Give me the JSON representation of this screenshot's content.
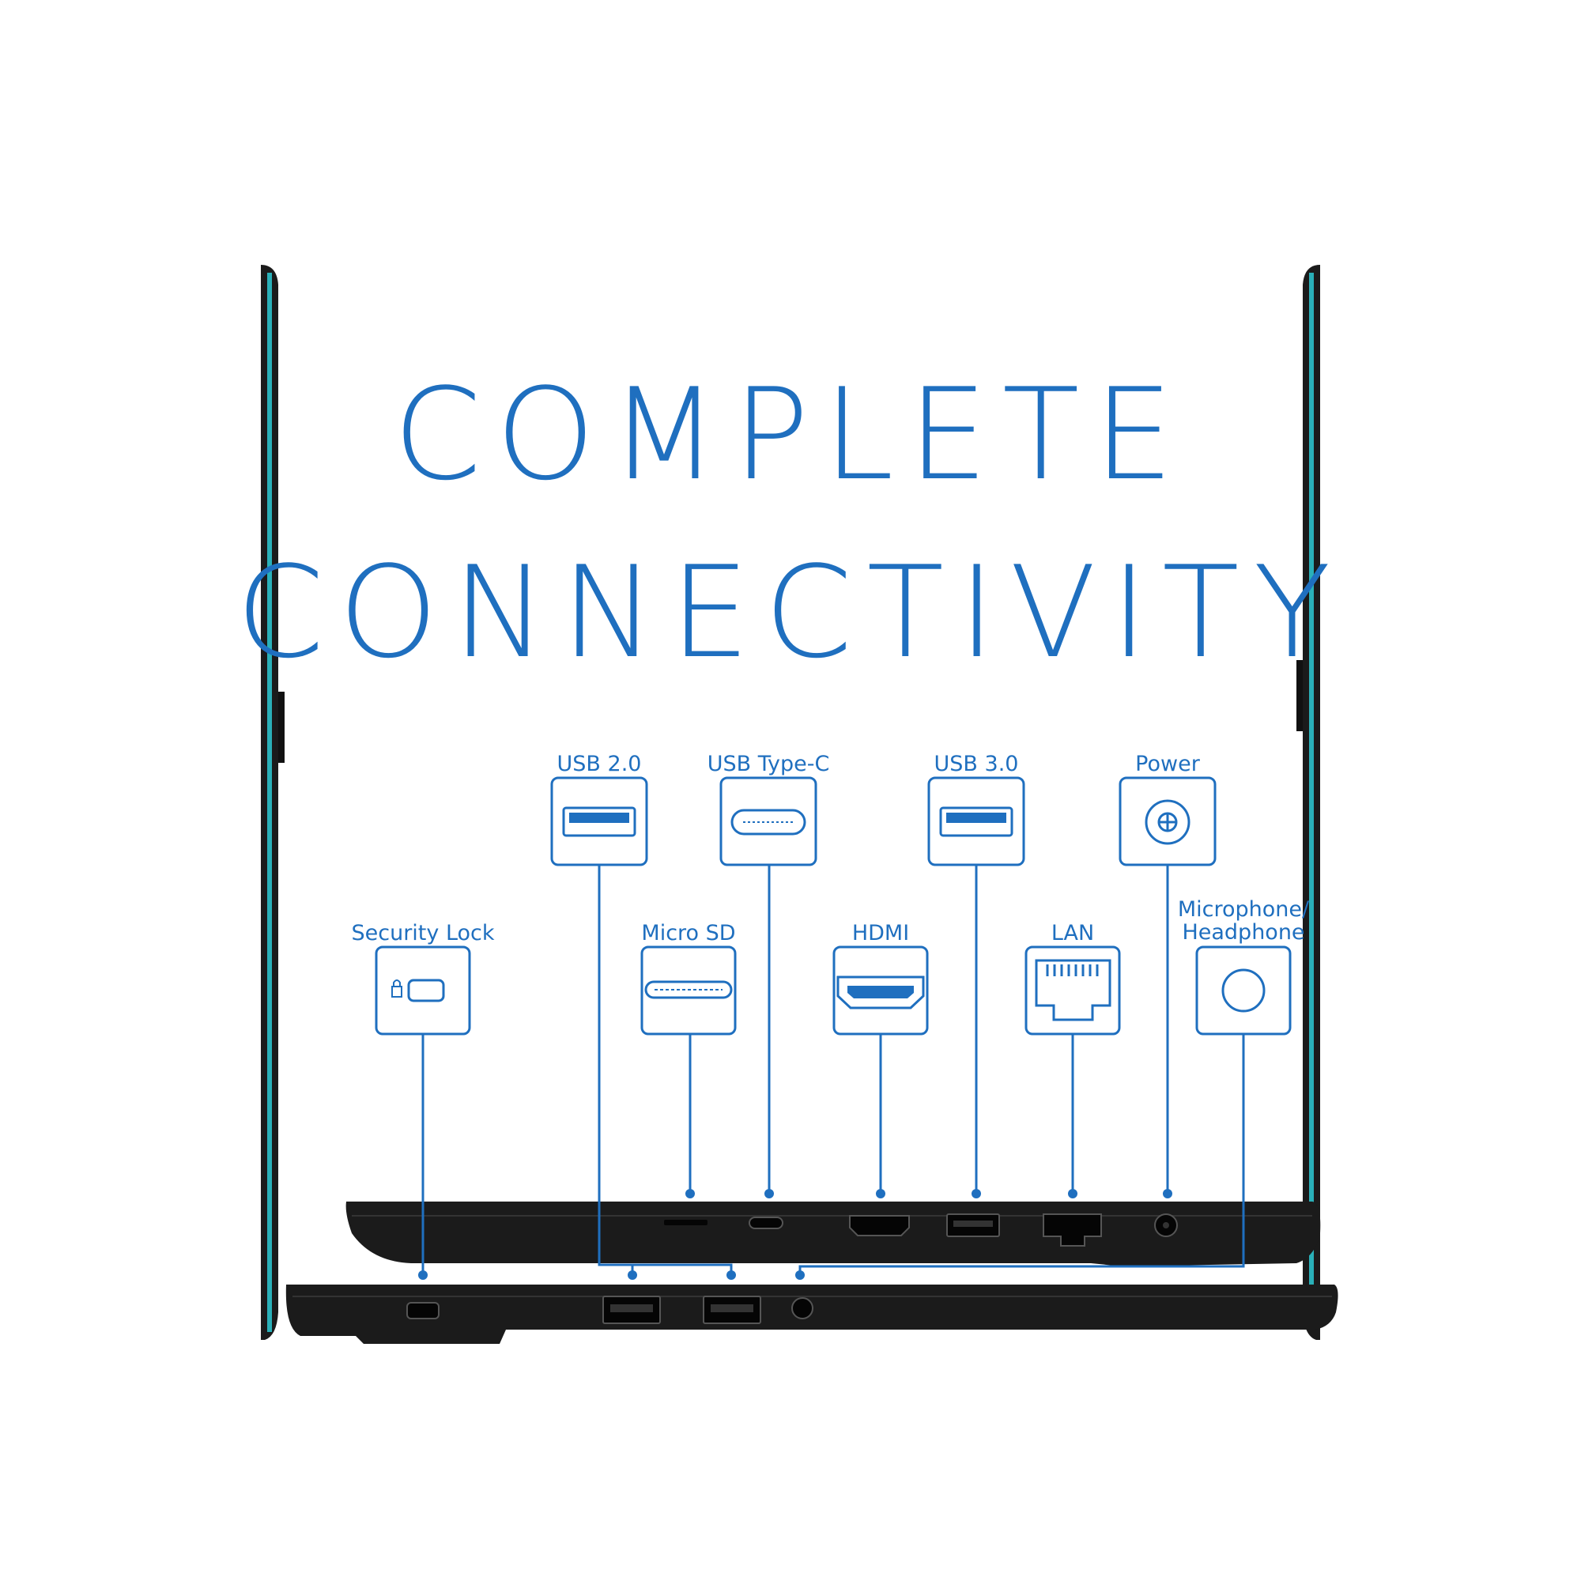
{
  "headline": {
    "line1": "COMPLETE",
    "line2": "CONNECTIVITY"
  },
  "colors": {
    "accent": "#1f6fbf",
    "laptop_body": "#1b1b1b",
    "laptop_edge": "#2ab0b8"
  },
  "ports": {
    "usb2": {
      "label": "USB 2.0",
      "icon": "usb-a-icon"
    },
    "usbc": {
      "label": "USB Type-C",
      "icon": "usb-c-icon"
    },
    "usb3": {
      "label": "USB 3.0",
      "icon": "usb-a-icon"
    },
    "power": {
      "label": "Power",
      "icon": "power-jack-icon"
    },
    "lock": {
      "label": "Security Lock",
      "icon": "lock-icon"
    },
    "microsd": {
      "label": "Micro SD",
      "icon": "microsd-slot-icon"
    },
    "hdmi": {
      "label": "HDMI",
      "icon": "hdmi-icon"
    },
    "lan": {
      "label": "LAN",
      "icon": "ethernet-icon"
    },
    "audio": {
      "label_line1": "Microphone/",
      "label_line2": "Headphone",
      "icon": "audio-jack-icon"
    }
  }
}
